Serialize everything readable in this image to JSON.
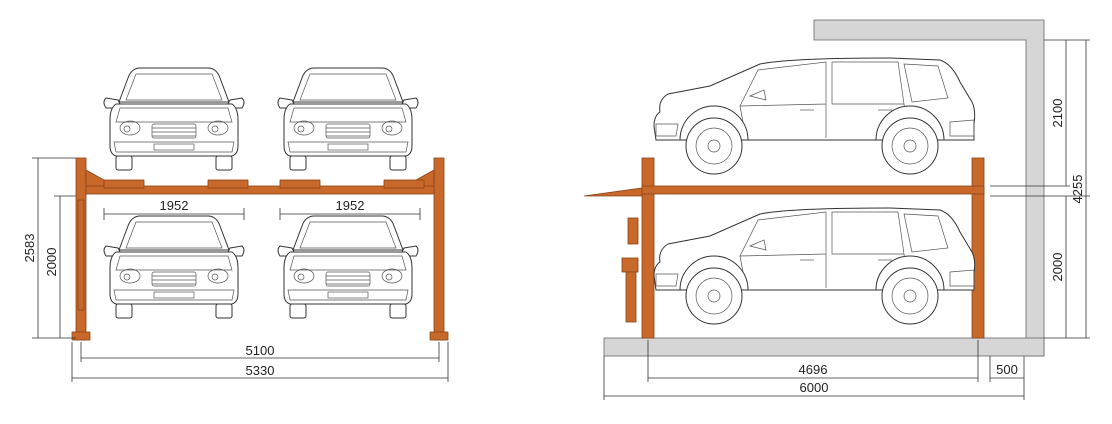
{
  "front_view": {
    "dimensions": {
      "platform_width_left": "1952",
      "platform_width_right": "1952",
      "inner_width": "5100",
      "outer_width": "5330",
      "total_height": "2583",
      "lower_clearance": "2000"
    }
  },
  "side_view": {
    "dimensions": {
      "upper_height": "2100",
      "total_height": "4255",
      "lower_clearance": "2000",
      "post_span": "4696",
      "rear_gap": "500",
      "total_length": "6000"
    }
  },
  "colors": {
    "steel": "#c8682b",
    "wall": "#d6d6d6",
    "line": "#333333"
  }
}
